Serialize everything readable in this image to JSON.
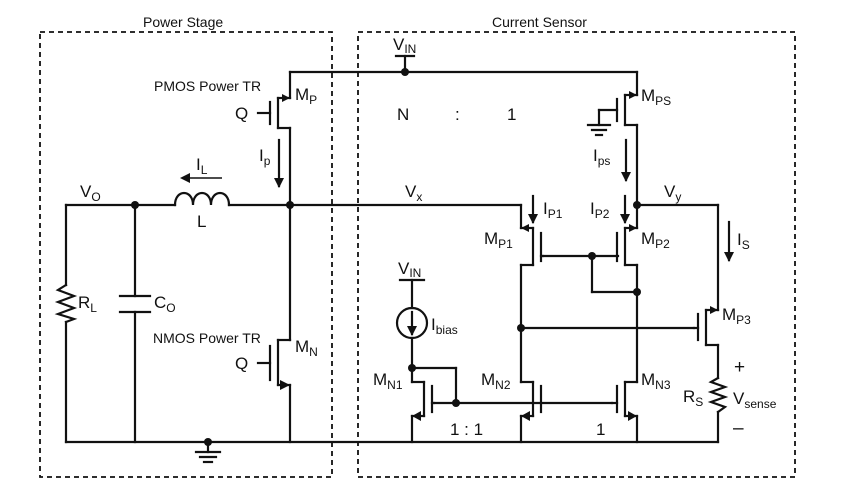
{
  "blocks": {
    "power_stage": "Power Stage",
    "current_sensor": "Current Sensor"
  },
  "labels": {
    "vin_top": {
      "main": "V",
      "sub": "IN"
    },
    "vin_bias": {
      "main": "V",
      "sub": "IN"
    },
    "pmos_power_tr": "PMOS Power TR",
    "nmos_power_tr": "NMOS Power TR",
    "q_top": "Q",
    "q_bottom": "Q",
    "mp": {
      "main": "M",
      "sub": "P"
    },
    "mn": {
      "main": "M",
      "sub": "N"
    },
    "mps": {
      "main": "M",
      "sub": "PS"
    },
    "mp1": {
      "main": "M",
      "sub": "P1"
    },
    "mp2": {
      "main": "M",
      "sub": "P2"
    },
    "mp3": {
      "main": "M",
      "sub": "P3"
    },
    "mn1": {
      "main": "M",
      "sub": "N1"
    },
    "mn2": {
      "main": "M",
      "sub": "N2"
    },
    "mn3": {
      "main": "M",
      "sub": "N3"
    },
    "ratio": {
      "n": "N",
      "colon": ":",
      "one": "1"
    },
    "ratio_bottom": "1 : 1",
    "one_bottom": "1",
    "il": {
      "main": "I",
      "sub": "L"
    },
    "inductor": "L",
    "ip": {
      "main": "I",
      "sub": "p"
    },
    "ips": {
      "main": "I",
      "sub": "ps"
    },
    "ip1": {
      "main": "I",
      "sub": "P1"
    },
    "ip2": {
      "main": "I",
      "sub": "P2"
    },
    "is": {
      "main": "I",
      "sub": "S"
    },
    "ibias": {
      "main": "I",
      "sub": "bias"
    },
    "vo": {
      "main": "V",
      "sub": "O"
    },
    "vx": {
      "main": "V",
      "sub": "x"
    },
    "vy": {
      "main": "V",
      "sub": "y"
    },
    "rl": {
      "main": "R",
      "sub": "L"
    },
    "co": {
      "main": "C",
      "sub": "O"
    },
    "rs": {
      "main": "R",
      "sub": "S"
    },
    "vsense": {
      "main": "V",
      "sub": "sense"
    },
    "plus": "+",
    "minus": "–"
  }
}
